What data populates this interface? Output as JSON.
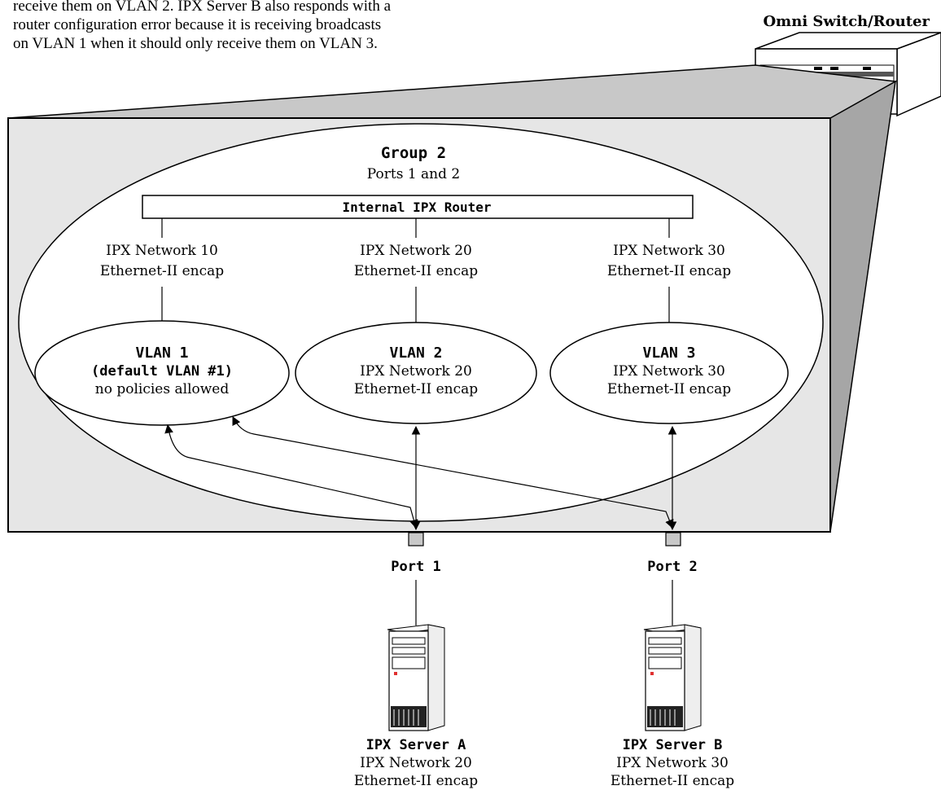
{
  "intro": {
    "lines": [
      "receive them on VLAN 2. IPX Server B also responds with a",
      "router configuration error because it is receiving broadcasts",
      "on VLAN 1 when it should only receive them on VLAN 3."
    ]
  },
  "title": "Omni Switch/Router",
  "group": {
    "name": "Group 2",
    "ports": "Ports 1 and 2"
  },
  "router": {
    "label": "Internal IPX Router"
  },
  "networks": [
    {
      "line1": "IPX Network 10",
      "line2": "Ethernet-II encap"
    },
    {
      "line1": "IPX Network 20",
      "line2": "Ethernet-II encap"
    },
    {
      "line1": "IPX Network 30",
      "line2": "Ethernet-II encap"
    }
  ],
  "vlans": [
    {
      "name": "VLAN 1",
      "line1": "(default VLAN #1)",
      "line2": "no policies allowed"
    },
    {
      "name": "VLAN 2",
      "line1": "IPX Network 20",
      "line2": "Ethernet-II encap"
    },
    {
      "name": "VLAN 3",
      "line1": "IPX Network 30",
      "line2": "Ethernet-II encap"
    }
  ],
  "ports": [
    {
      "label": "Port 1"
    },
    {
      "label": "Port 2"
    }
  ],
  "servers": [
    {
      "name": "IPX Server A",
      "network": "IPX Network 20",
      "encap": "Ethernet-II encap"
    },
    {
      "name": "IPX Server B",
      "network": "IPX Network 30",
      "encap": "Ethernet-II encap"
    }
  ],
  "colors": {
    "panel_face": "#e6e6e6",
    "panel_side": "#a6a6a6",
    "stroke": "#000000",
    "indicator": "#e03030"
  }
}
